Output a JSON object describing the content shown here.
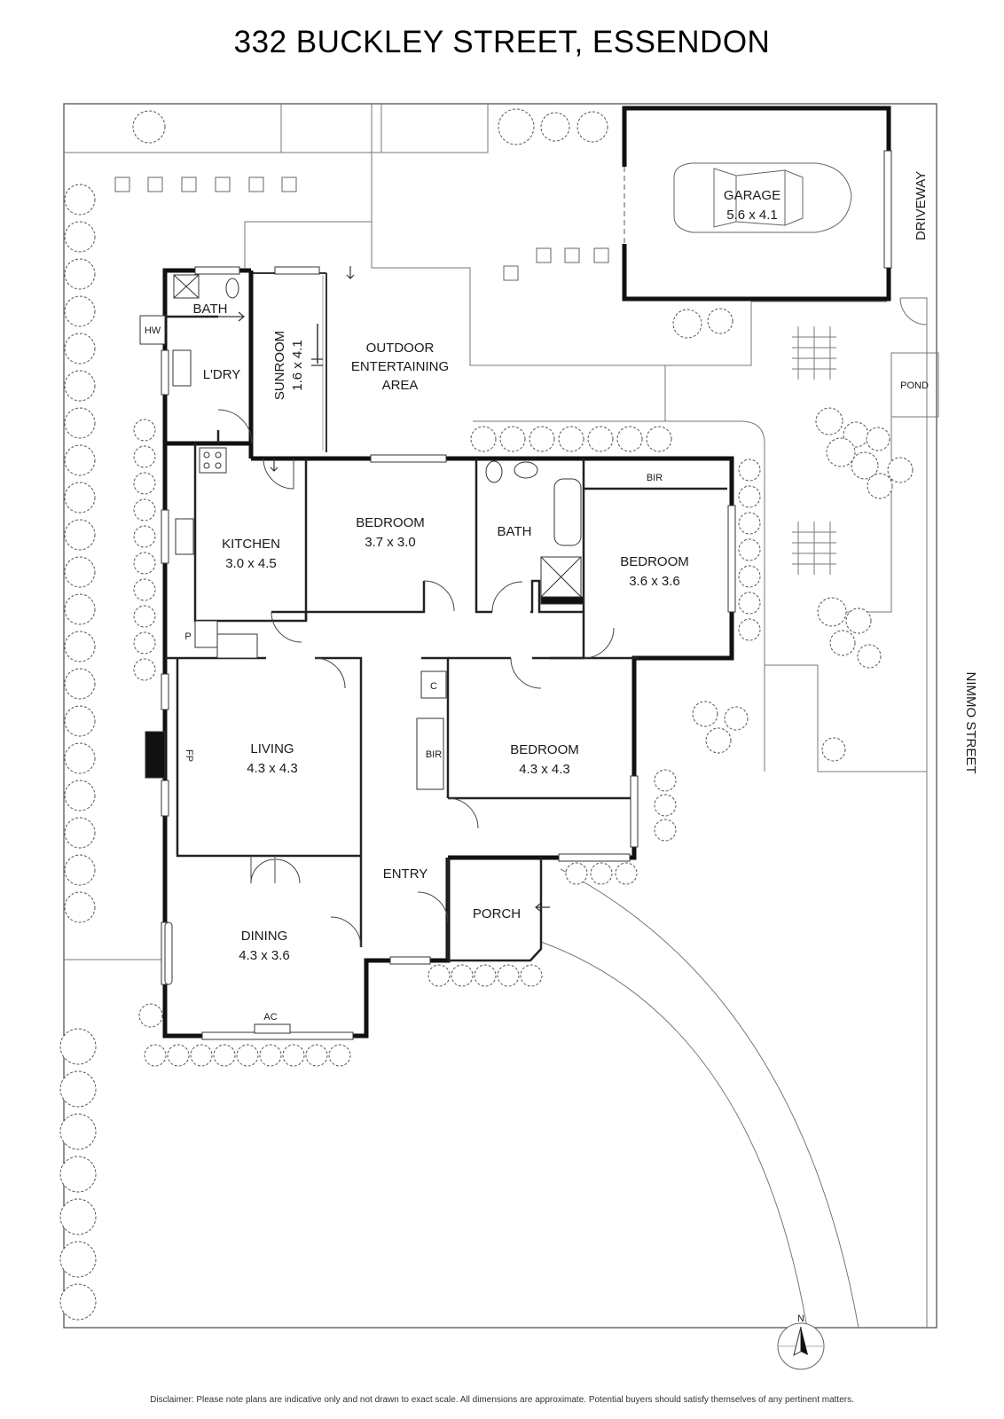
{
  "title": "332 BUCKLEY STREET, ESSENDON",
  "disclaimer": "Disclaimer: Please note plans are indicative only and not drawn to exact scale. All dimensions are approximate. Potential buyers should satisfy themselves of any pertinent matters.",
  "rooms": {
    "garage": {
      "name": "GARAGE",
      "dims": "5.6 x 4.1"
    },
    "outdoor": {
      "line1": "OUTDOOR",
      "line2": "ENTERTAINING",
      "line3": "AREA"
    },
    "sunroom": {
      "name": "SUNROOM",
      "dims": "1.6 x 4.1"
    },
    "bath1": {
      "name": "BATH"
    },
    "laundry": {
      "name": "L'DRY"
    },
    "hw": {
      "name": "HW"
    },
    "kitchen": {
      "name": "KITCHEN",
      "dims": "3.0 x 4.5"
    },
    "pantry": {
      "name": "P"
    },
    "bedroom_a": {
      "name": "BEDROOM",
      "dims": "3.7 x 3.0"
    },
    "bath2": {
      "name": "BATH"
    },
    "bedroom_b": {
      "name": "BEDROOM",
      "dims": "3.6 x 3.6"
    },
    "bir_top": {
      "name": "BIR"
    },
    "living": {
      "name": "LIVING",
      "dims": "4.3 x 4.3"
    },
    "fireplace": {
      "name": "FP"
    },
    "cupboard": {
      "name": "C"
    },
    "bir_side": {
      "name": "BIR"
    },
    "bedroom_c": {
      "name": "BEDROOM",
      "dims": "4.3 x 4.3"
    },
    "entry": {
      "name": "ENTRY"
    },
    "porch": {
      "name": "PORCH"
    },
    "dining": {
      "name": "DINING",
      "dims": "4.3 x 3.6"
    },
    "ac": {
      "name": "AC"
    },
    "pond": {
      "name": "POND"
    }
  },
  "site": {
    "driveway": "DRIVEWAY",
    "street": "NIMMO STREET",
    "north": "N"
  }
}
